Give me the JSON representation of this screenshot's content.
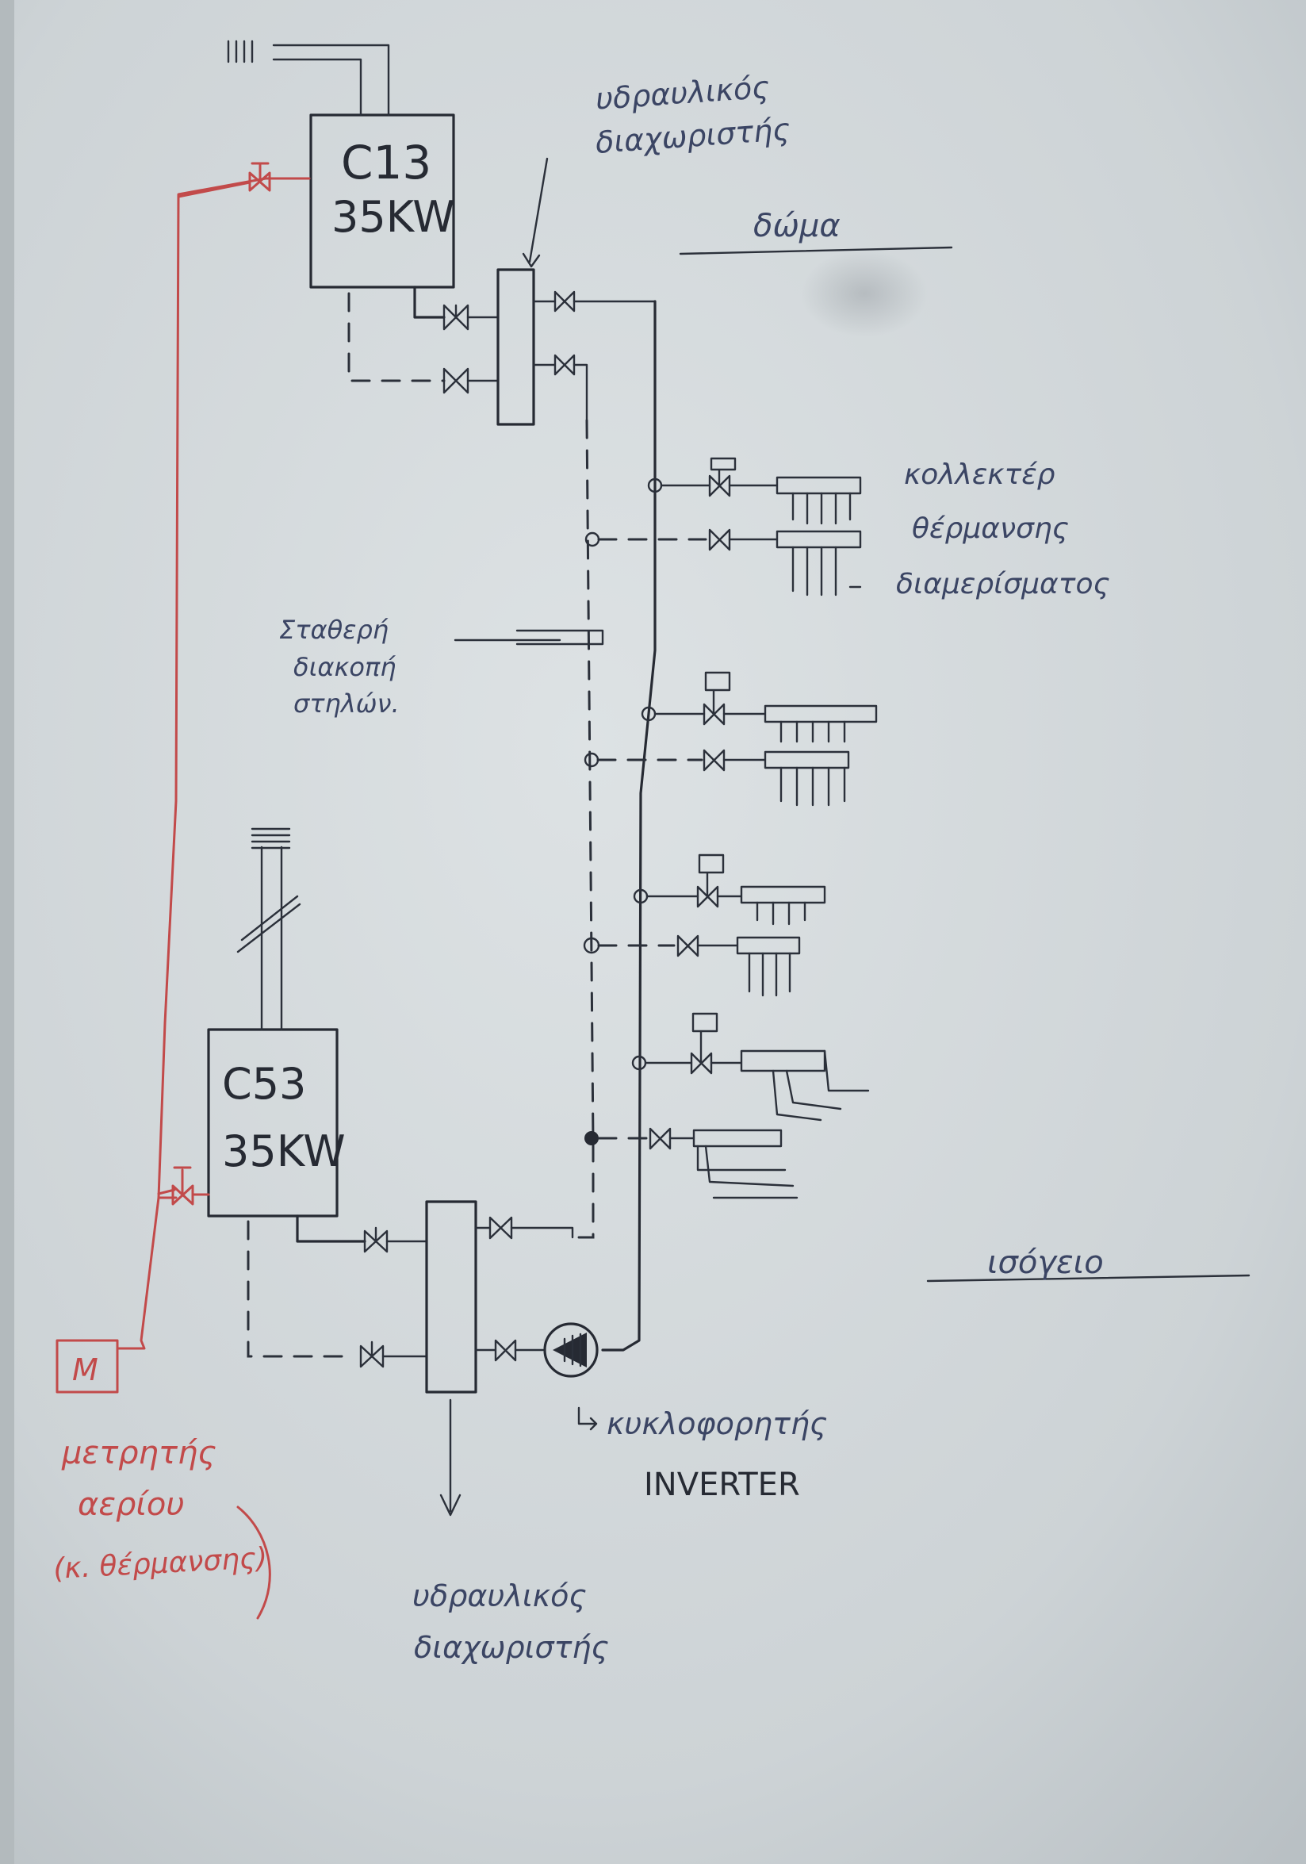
{
  "boiler_top": {
    "model": "C13",
    "power": "35KW"
  },
  "boiler_bottom": {
    "model": "C53",
    "power": "35KW"
  },
  "meter": {
    "symbol": "M"
  },
  "labels": {
    "separator_top": [
      "υδραυλικός",
      "διαχωριστής"
    ],
    "floor_top": "δώμα",
    "manifolds": [
      "κολλεκτέρ",
      "θέρμανσης",
      "διαμερίσματος"
    ],
    "fixed_riser_break": [
      "Σταθερή",
      "διακοπή",
      "στηλών."
    ],
    "floor_ground": "ισόγειο",
    "pump": [
      "κυκλοφορητής",
      "INVERTER"
    ],
    "separator_bottom": [
      "υδραυλικός",
      "διαχωριστής"
    ],
    "gas_meter": [
      "μετρητής",
      "αερίου",
      "(κ. θέρμανσης)"
    ]
  },
  "colors": {
    "ink": "#262a33",
    "blue_ink": "#3b4564",
    "red_ink": "#c24a4a",
    "paper": "#c9d0d3"
  }
}
